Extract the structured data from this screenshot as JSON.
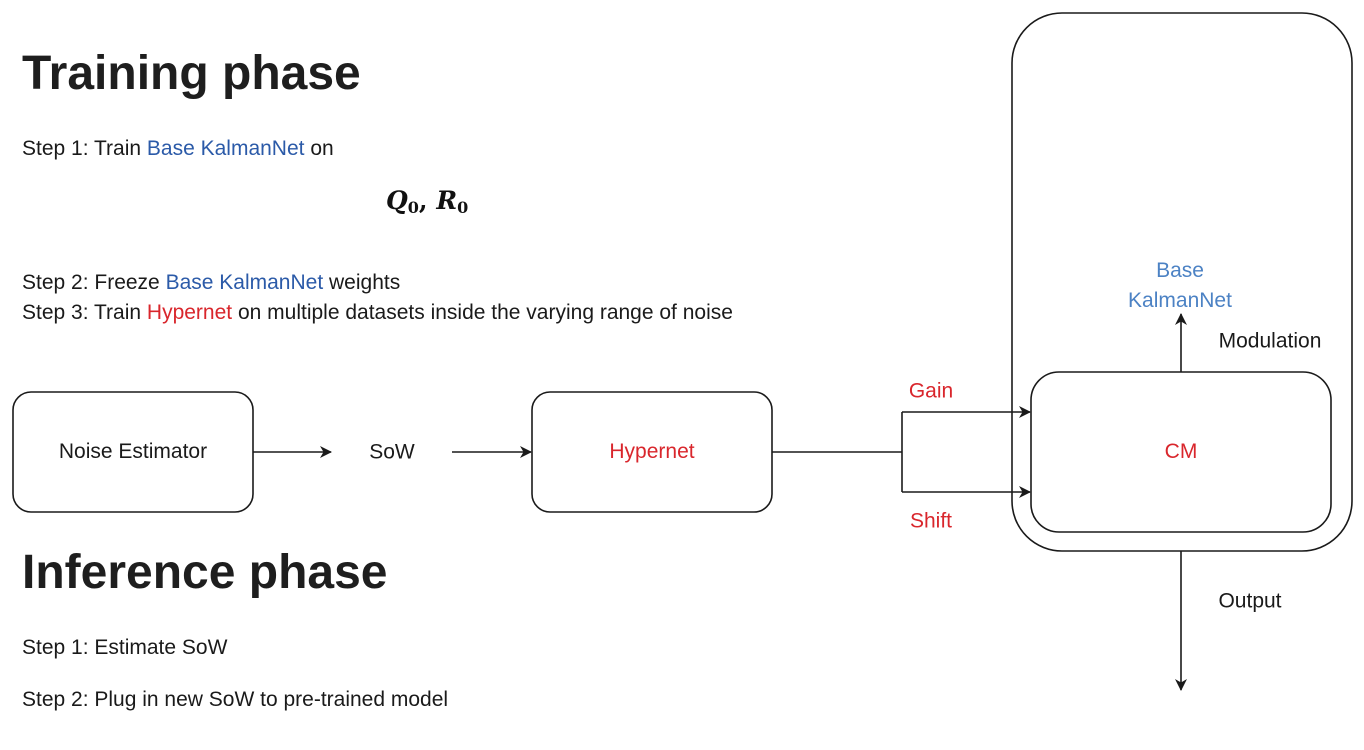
{
  "training": {
    "title": "Training phase",
    "step1_prefix": "Step 1: Train ",
    "step1_highlight": "Base KalmanNet",
    "step1_suffix": " on",
    "math_q": "Q",
    "math_q_sub": "0",
    "math_sep": ", ",
    "math_r": "R",
    "math_r_sub": "0",
    "step2_prefix": "Step 2: Freeze ",
    "step2_highlight": "Base KalmanNet",
    "step2_suffix": " weights",
    "step3_prefix": "Step 3: Train ",
    "step3_highlight": "Hypernet",
    "step3_suffix": " on multiple datasets inside the varying range of noise"
  },
  "inference": {
    "title": "Inference phase",
    "step1": "Step 1: Estimate SoW",
    "step2": "Step 2: Plug in new SoW to pre-trained model"
  },
  "diagram": {
    "noise_estimator": "Noise Estimator",
    "sow": "SoW",
    "hypernet": "Hypernet",
    "gain": "Gain",
    "shift": "Shift",
    "cm": "CM",
    "base_line1": "Base",
    "base_line2": "KalmanNet",
    "modulation": "Modulation",
    "output": "Output"
  },
  "colors": {
    "highlight_blue": "#2b5aa8",
    "diagram_blue": "#4c82c4",
    "highlight_red": "#d9262c",
    "stroke": "#1a1a1a"
  }
}
